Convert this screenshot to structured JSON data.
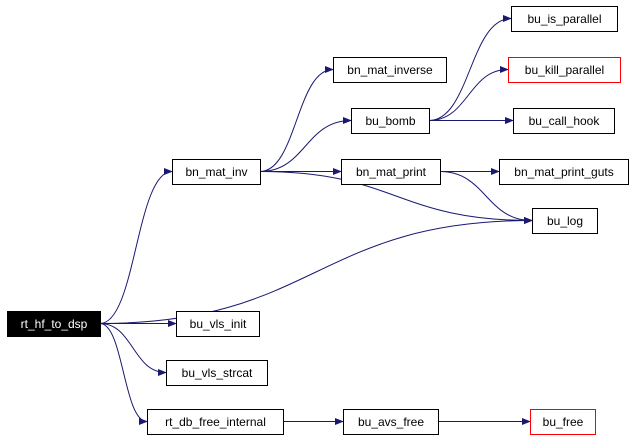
{
  "nodes": [
    {
      "id": "rt_hf_to_dsp",
      "label": "rt_hf_to_dsp",
      "style": "root"
    },
    {
      "id": "bn_mat_inv",
      "label": "bn_mat_inv",
      "style": "normal"
    },
    {
      "id": "bu_vls_init",
      "label": "bu_vls_init",
      "style": "normal"
    },
    {
      "id": "bu_vls_strcat",
      "label": "bu_vls_strcat",
      "style": "normal"
    },
    {
      "id": "rt_db_free_internal",
      "label": "rt_db_free_internal",
      "style": "normal"
    },
    {
      "id": "bu_log",
      "label": "bu_log",
      "style": "normal"
    },
    {
      "id": "bn_mat_inverse",
      "label": "bn_mat_inverse",
      "style": "normal"
    },
    {
      "id": "bu_bomb",
      "label": "bu_bomb",
      "style": "normal"
    },
    {
      "id": "bn_mat_print",
      "label": "bn_mat_print",
      "style": "normal"
    },
    {
      "id": "bu_is_parallel",
      "label": "bu_is_parallel",
      "style": "normal"
    },
    {
      "id": "bu_kill_parallel",
      "label": "bu_kill_parallel",
      "style": "highlight"
    },
    {
      "id": "bu_call_hook",
      "label": "bu_call_hook",
      "style": "normal"
    },
    {
      "id": "bn_mat_print_guts",
      "label": "bn_mat_print_guts",
      "style": "normal"
    },
    {
      "id": "bu_avs_free",
      "label": "bu_avs_free",
      "style": "normal"
    },
    {
      "id": "bu_free",
      "label": "bu_free",
      "style": "highlight"
    }
  ],
  "edges": [
    {
      "from": "rt_hf_to_dsp",
      "to": "bn_mat_inv"
    },
    {
      "from": "rt_hf_to_dsp",
      "to": "bu_log"
    },
    {
      "from": "rt_hf_to_dsp",
      "to": "bu_vls_init"
    },
    {
      "from": "rt_hf_to_dsp",
      "to": "bu_vls_strcat"
    },
    {
      "from": "rt_hf_to_dsp",
      "to": "rt_db_free_internal"
    },
    {
      "from": "bn_mat_inv",
      "to": "bn_mat_inverse"
    },
    {
      "from": "bn_mat_inv",
      "to": "bu_bomb"
    },
    {
      "from": "bn_mat_inv",
      "to": "bn_mat_print"
    },
    {
      "from": "bn_mat_inv",
      "to": "bu_log"
    },
    {
      "from": "bu_bomb",
      "to": "bu_is_parallel"
    },
    {
      "from": "bu_bomb",
      "to": "bu_kill_parallel"
    },
    {
      "from": "bu_bomb",
      "to": "bu_call_hook"
    },
    {
      "from": "bn_mat_print",
      "to": "bn_mat_print_guts"
    },
    {
      "from": "bn_mat_print",
      "to": "bu_log"
    },
    {
      "from": "rt_db_free_internal",
      "to": "bu_avs_free"
    },
    {
      "from": "bu_avs_free",
      "to": "bu_free"
    }
  ],
  "colors": {
    "edge": "#191970",
    "node_border": "#000000",
    "highlight_border": "#ff0000",
    "root_fill": "#000000",
    "root_text": "#ffffff"
  }
}
